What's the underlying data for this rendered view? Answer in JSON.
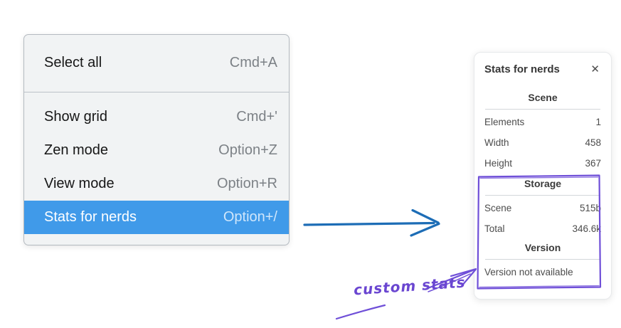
{
  "menu": {
    "items": [
      {
        "label": "Select all",
        "shortcut": "Cmd+A",
        "selected": false
      },
      {
        "label": "Show grid",
        "shortcut": "Cmd+'",
        "selected": false
      },
      {
        "label": "Zen mode",
        "shortcut": "Option+Z",
        "selected": false
      },
      {
        "label": "View mode",
        "shortcut": "Option+R",
        "selected": false
      },
      {
        "label": "Stats for nerds",
        "shortcut": "Option+/",
        "selected": true
      }
    ]
  },
  "stats_panel": {
    "title": "Stats for nerds",
    "close_icon": "✕",
    "scene": {
      "header": "Scene",
      "rows": [
        {
          "label": "Elements",
          "value": "1"
        },
        {
          "label": "Width",
          "value": "458"
        },
        {
          "label": "Height",
          "value": "367"
        }
      ]
    },
    "storage": {
      "header": "Storage",
      "rows": [
        {
          "label": "Scene",
          "value": "515b"
        },
        {
          "label": "Total",
          "value": "346.6k"
        }
      ]
    },
    "version": {
      "header": "Version",
      "note": "Version not available"
    }
  },
  "annotation": {
    "label": "custom stats"
  },
  "colors": {
    "menu_highlight": "#409ae9",
    "menu_background": "#f1f3f4",
    "blue_arrow": "#1d6db6",
    "annotation_purple": "#6f4fd8"
  }
}
